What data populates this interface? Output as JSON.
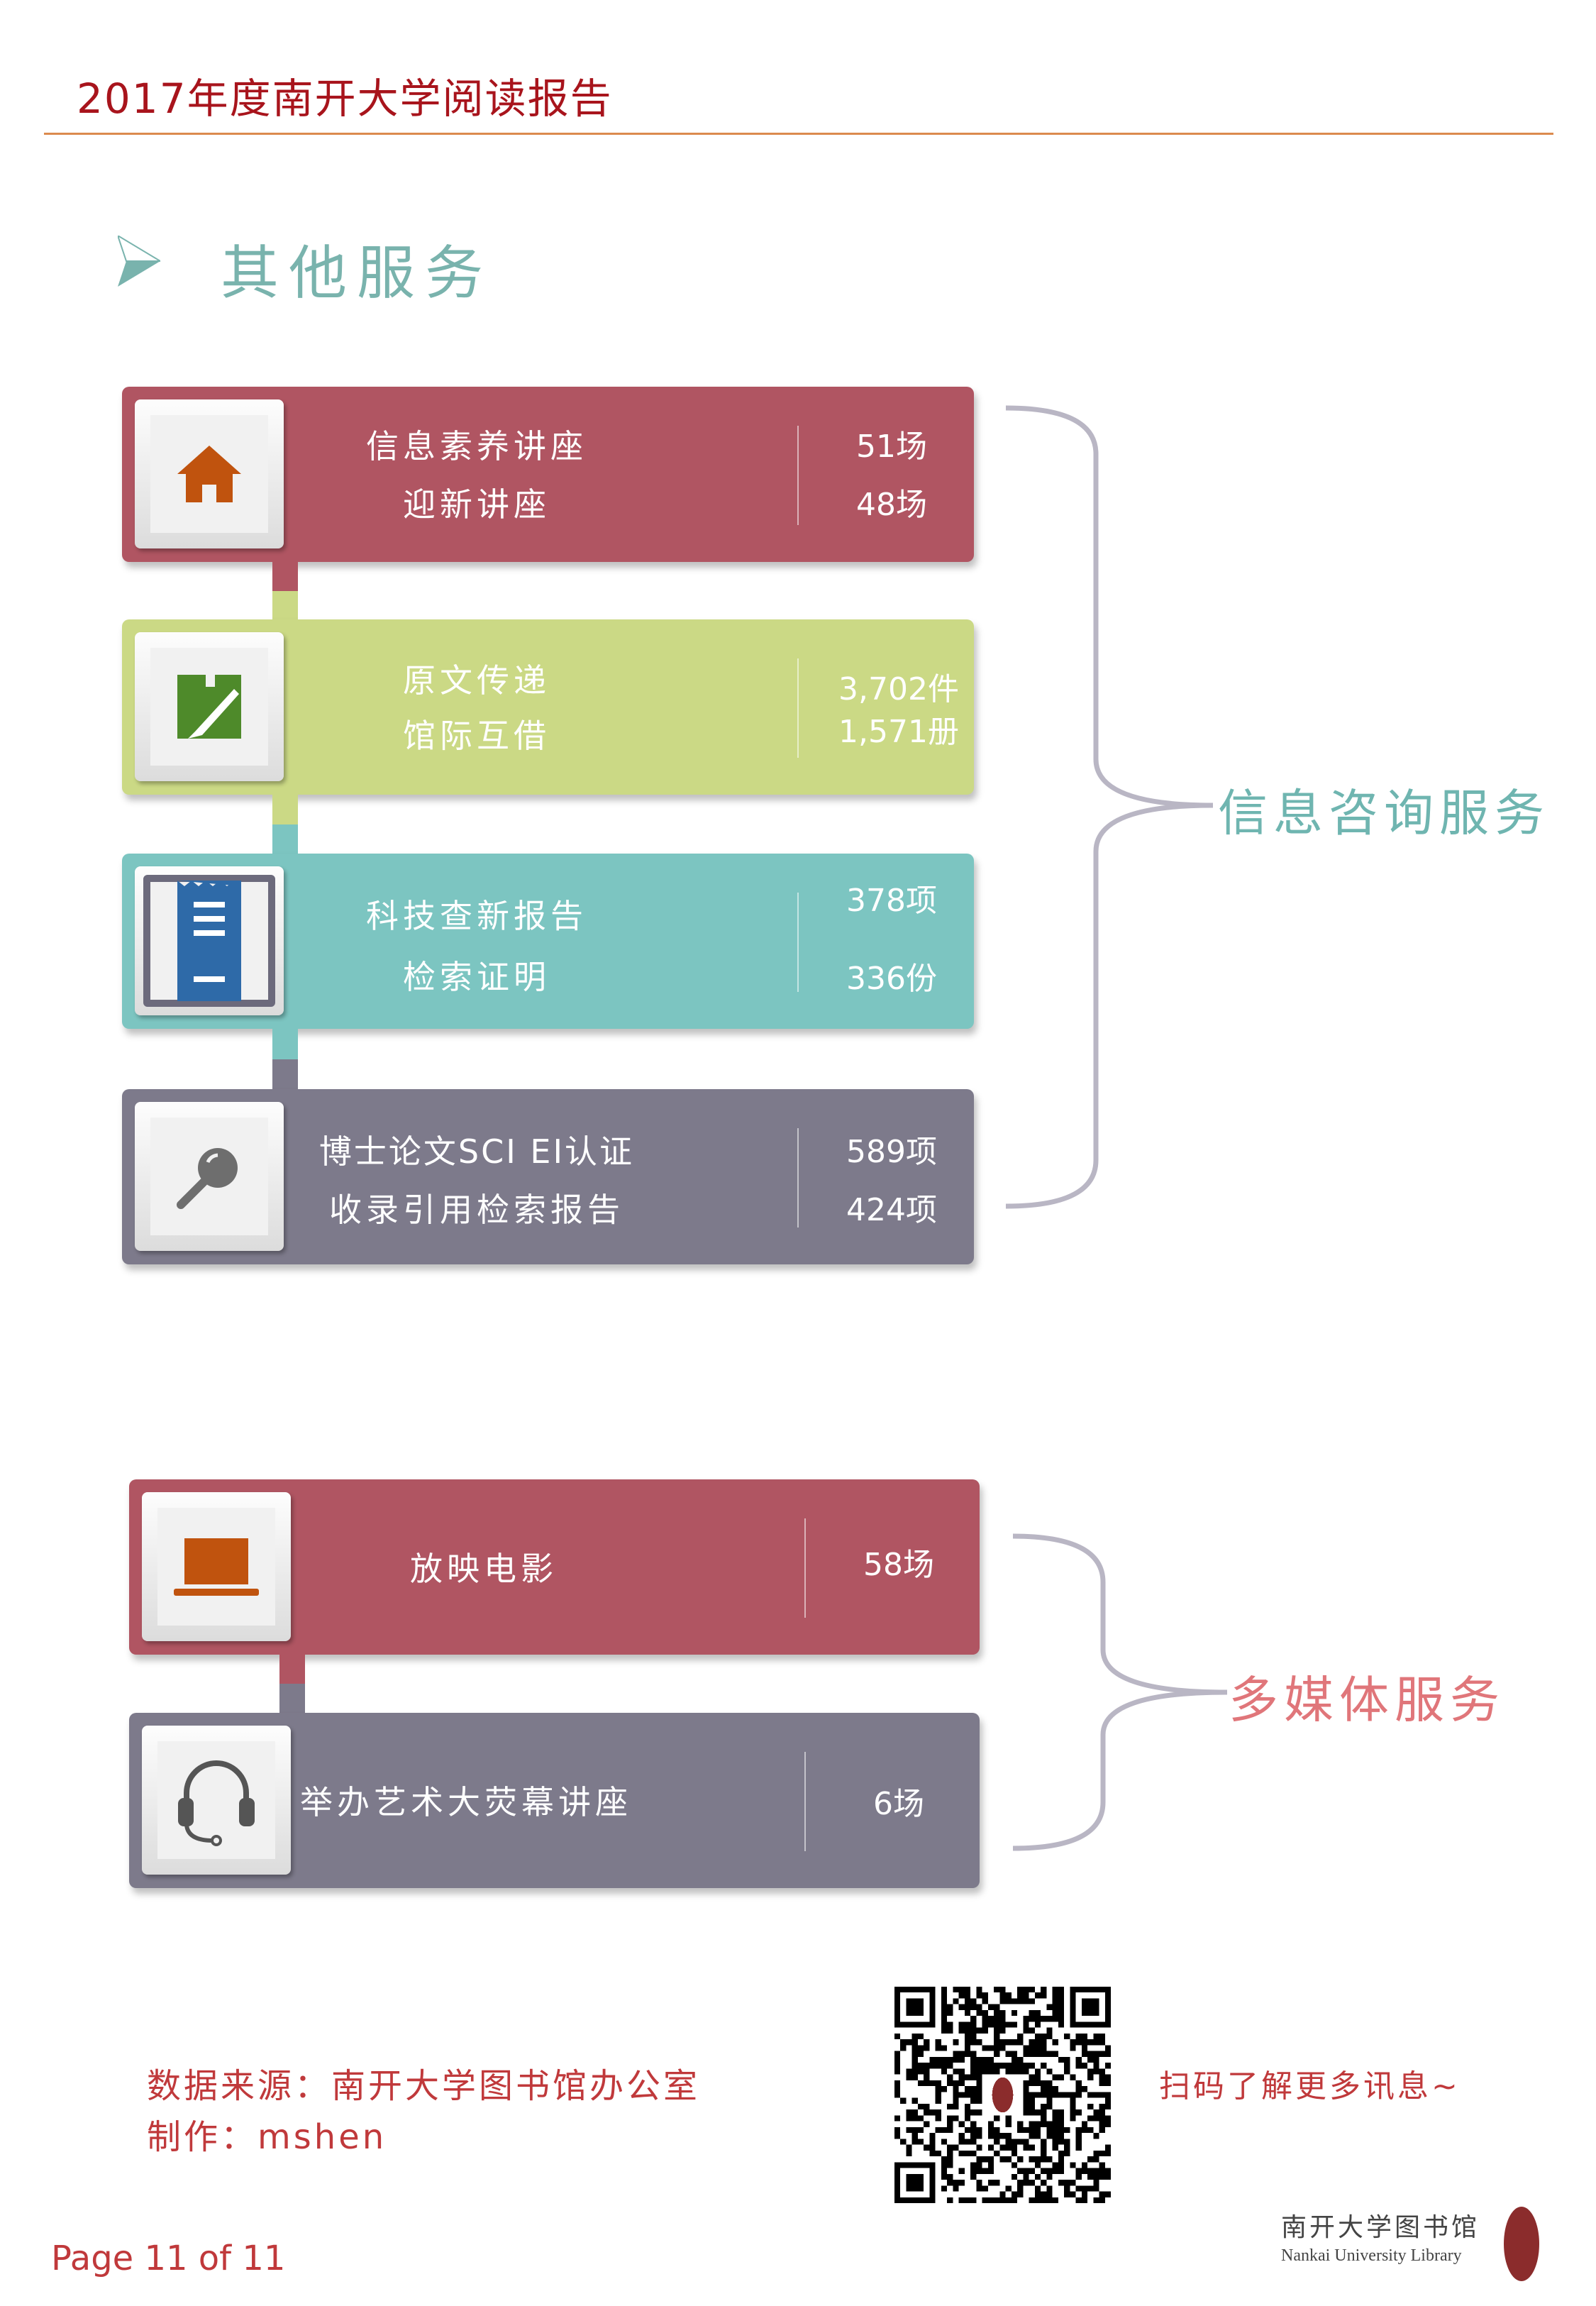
{
  "header": {
    "title": "2017年度南开大学阅读报告"
  },
  "section": {
    "title": "其他服务",
    "arrow_icon": "arrow-right-icon"
  },
  "groups": [
    {
      "label": "信息咨询服务",
      "color": "#6fb5b0",
      "cards": [
        {
          "icon": "home-icon",
          "color": "#b05562",
          "lines": [
            "信息素养讲座",
            "迎新讲座"
          ],
          "values": [
            "51场",
            "48场"
          ]
        },
        {
          "icon": "edit-document-icon",
          "color": "#cbd985",
          "lines": [
            "原文传递",
            "馆际互借"
          ],
          "values": [
            "3,702件",
            "1,571册"
          ]
        },
        {
          "icon": "receipt-icon",
          "color": "#7cc5c1",
          "lines": [
            "科技查新报告",
            "检索证明"
          ],
          "values": [
            "378项",
            "336份"
          ]
        },
        {
          "icon": "search-icon",
          "color": "#7d7a8b",
          "lines": [
            "博士论文SCI EI认证",
            "收录引用检索报告"
          ],
          "values": [
            "589项",
            "424项"
          ]
        }
      ]
    },
    {
      "label": "多媒体服务",
      "color": "#e0767a",
      "cards": [
        {
          "icon": "laptop-icon",
          "color": "#b05562",
          "lines": [
            "放映电影"
          ],
          "values": [
            "58场"
          ]
        },
        {
          "icon": "headset-icon",
          "color": "#7d7a8b",
          "lines": [
            "举办艺术大荧幕讲座"
          ],
          "values": [
            "6场"
          ]
        }
      ]
    }
  ],
  "footer": {
    "source": "数据来源：南开大学图书馆办公室",
    "author": "制作：mshen",
    "qr_caption": "扫码了解更多讯息~",
    "page": "Page 11 of 11",
    "logo_cn": "南开大学图书馆",
    "logo_en": "Nankai University Library"
  }
}
